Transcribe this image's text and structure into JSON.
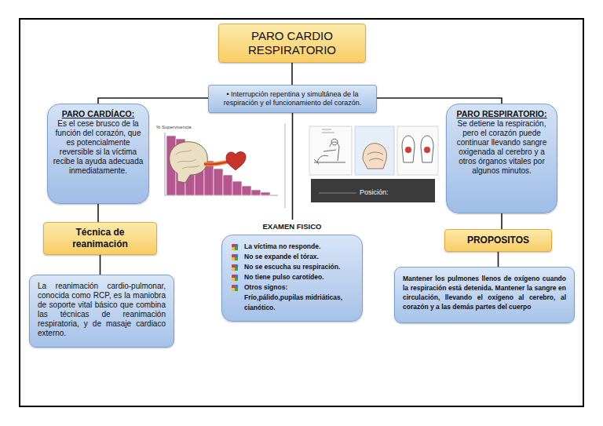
{
  "diagram": {
    "nodes": [
      {
        "text": [
          "PARO CARDIO RESPIRATORIO"
        ]
      },
      {
        "text": [
          "• Interrupción repentina y simultánea de la respiración y el funcionamiento del corazón."
        ]
      },
      {
        "text": [
          "PARO CARDÍACO:",
          "Es el cese brusco de la función del corazón, que es potencialmente reversible si la víctima recibe la ayuda adecuada inmediatamente."
        ]
      },
      {
        "text": [
          "Técnica de reanimación"
        ]
      },
      {
        "text": [
          "La reanimación cardio-pulmonar, conocida como RCP, es la maniobra de soporte vital básico que combina las técnicas de reanimación respiratoria, y de masaje cardiaco externo."
        ]
      },
      {
        "text": [
          "EXAMEN FISICO",
          "La víctima no responde.",
          "No se expande el tórax.",
          "No se escucha su respiración.",
          "No tiene pulso carotídeo.",
          "Otros signos:",
          "Frío,pálido,pupilas midriáticas, cianótico."
        ]
      },
      {
        "text": [
          "PARO RESPIRATORIO:",
          "Se detiene la respiración, pero el corazón puede continuar llevando sangre oxigenada al cerebro y a otros órganos vitales por algunos minutos."
        ]
      },
      {
        "text": [
          "PROPOSITOS"
        ]
      },
      {
        "text": [
          "Mantener los pulmones llenos de oxígeno cuando la respiración está detenida. Mantener la sangre en circulación, llevando el oxígeno al cerebro, al corazón y a las demás partes del cuerpo"
        ]
      }
    ],
    "edges": [
      {
        "from": 0,
        "to": 1,
        "arrow": "none"
      },
      {
        "from": 1,
        "to": 2,
        "arrow": "none"
      },
      {
        "from": 1,
        "to": 6,
        "arrow": "none"
      },
      {
        "from": 1,
        "to": 5,
        "arrow": "none"
      },
      {
        "from": 2,
        "to": 3,
        "arrow": "none"
      },
      {
        "from": 3,
        "to": 4,
        "arrow": "none"
      },
      {
        "from": 6,
        "to": 7,
        "arrow": "none"
      },
      {
        "from": 7,
        "to": 8,
        "arrow": "none"
      }
    ],
    "labels": [
      "% Supervivencia",
      "Posición:"
    ]
  }
}
